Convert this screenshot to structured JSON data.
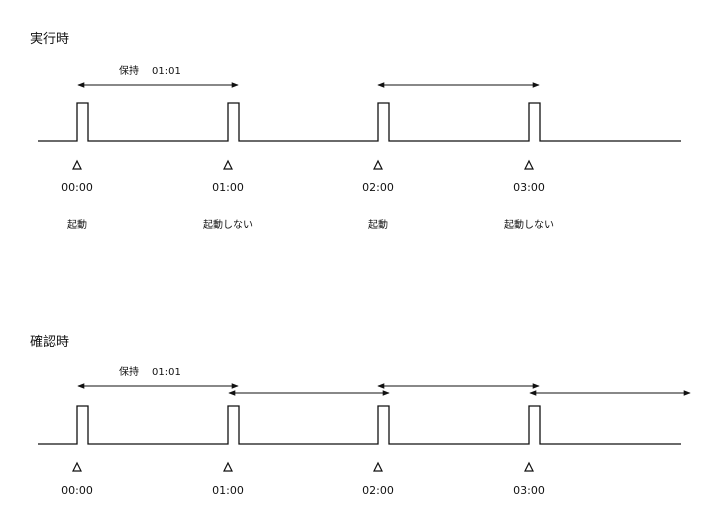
{
  "sections": [
    {
      "title": "実行時",
      "hold_label": "保持",
      "hold_value": "01:01",
      "times": [
        "00:00",
        "01:00",
        "02:00",
        "03:00"
      ],
      "statuses": [
        "起動",
        "起動しない",
        "起動",
        "起動しない"
      ]
    },
    {
      "title": "確認時",
      "hold_label": "保持",
      "hold_value": "01:01",
      "times": [
        "00:00",
        "01:00",
        "02:00",
        "03:00"
      ]
    }
  ]
}
